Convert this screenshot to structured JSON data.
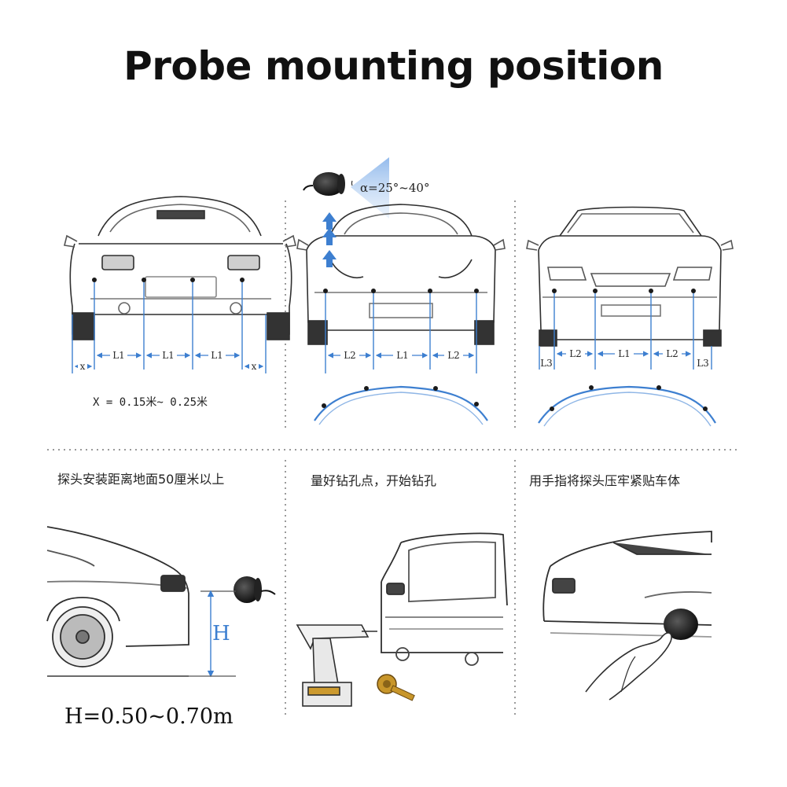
{
  "title": "Probe mounting position",
  "angle_label": "α=25°~40°",
  "rear_labels": {
    "l1": "L1",
    "x": "x"
  },
  "front_labels": {
    "l2": "L2",
    "l1": "L1"
  },
  "third_labels": {
    "l3": "L3",
    "l2": "L2",
    "l1": "L1"
  },
  "x_note": "X = 0.15米~ 0.25米",
  "steps": [
    {
      "caption": "探头安装距离地面50厘米以上"
    },
    {
      "caption": "量好钻孔点，开始钻孔"
    },
    {
      "caption": "用手指将探头压牢紧贴车体"
    }
  ],
  "height_label": "H",
  "height_note": "H=0.50~0.70m",
  "colors": {
    "accent": "#3d7fd0",
    "line": "#2f2f2f",
    "divider": "#9a9a9a"
  }
}
